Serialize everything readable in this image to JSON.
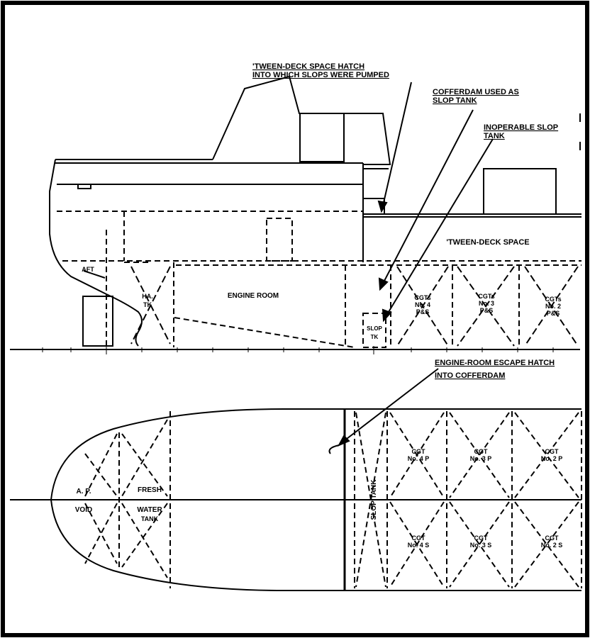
{
  "callouts": {
    "tween_hatch": [
      "'TWEEN-DECK SPACE HATCH",
      "INTO WHICH SLOPS WERE PUMPED"
    ],
    "cofferdam": [
      "COFFERDAM USED AS",
      "SLOP TANK"
    ],
    "inoperable": [
      "INOPERABLE SLOP",
      "TANK"
    ],
    "escape_hatch": [
      "ENGINE-ROOM ESCAPE HATCH",
      "INTO COFFERDAM"
    ]
  },
  "profile": {
    "tween_deck_space": "'TWEEN-DECK SPACE",
    "engine_room": "ENGINE ROOM",
    "aft": "AFT",
    "ha_tk": [
      "HA.",
      "TK"
    ],
    "slop_tk": [
      "SLOP",
      "TK"
    ],
    "cargo_tanks": [
      [
        "CGTs",
        "No. 4",
        "P&S"
      ],
      [
        "CGTs",
        "No. 3",
        "P&S"
      ],
      [
        "CGTs",
        "No. 2",
        "P&S"
      ]
    ]
  },
  "plan": {
    "ap_void": [
      "A. P.",
      "VOID"
    ],
    "fresh_water": [
      "FRESH",
      "WATER",
      "TANK"
    ],
    "slop_tank": "SLOP TANK",
    "cargo_port": [
      [
        "CGT",
        "No. 4 P"
      ],
      [
        "CGT",
        "No. 3 P"
      ],
      [
        "CGT",
        "No. 2 P"
      ]
    ],
    "cargo_stbd": [
      [
        "CGT",
        "No. 4 S"
      ],
      [
        "CGT",
        "No. 3 S"
      ],
      [
        "CGT",
        "No. 2 S"
      ]
    ]
  }
}
